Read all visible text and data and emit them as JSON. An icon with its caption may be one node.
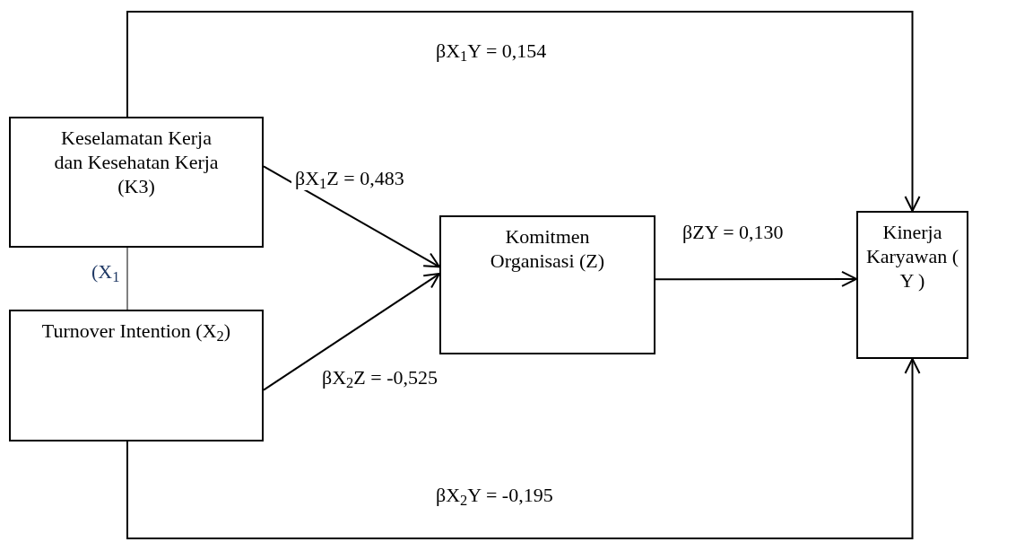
{
  "diagram": {
    "nodes": [
      {
        "text": [
          "Keselamatan Kerja dan Kesehatan Kerja (K3)"
        ],
        "beside": [
          "(X$_{1}$"
        ]
      },
      {
        "text": [
          "Turnover Intention (X$_{2}$)"
        ]
      },
      {
        "text": [
          "Komitmen Organisasi (Z)"
        ]
      },
      {
        "text": [
          "Kinerja Karyawan ( Y )"
        ]
      }
    ],
    "edges": [
      {
        "from": 0,
        "to": 2,
        "arrow": "to",
        "label": "βX$_{1}$Z = 0,483"
      },
      {
        "from": 1,
        "to": 2,
        "arrow": "to",
        "label": "βX$_{2}$Z = -0,525"
      },
      {
        "from": 2,
        "to": 3,
        "arrow": "to",
        "label": "βZY = 0,130"
      },
      {
        "from": 0,
        "to": 3,
        "arrow": "to",
        "label": "βX$_{1}$Y = 0,154"
      },
      {
        "from": 1,
        "to": 3,
        "arrow": "to",
        "label": "βX$_{2}$Y = -0,195"
      },
      {
        "from": 0,
        "to": 1,
        "arrow": "none"
      }
    ]
  }
}
